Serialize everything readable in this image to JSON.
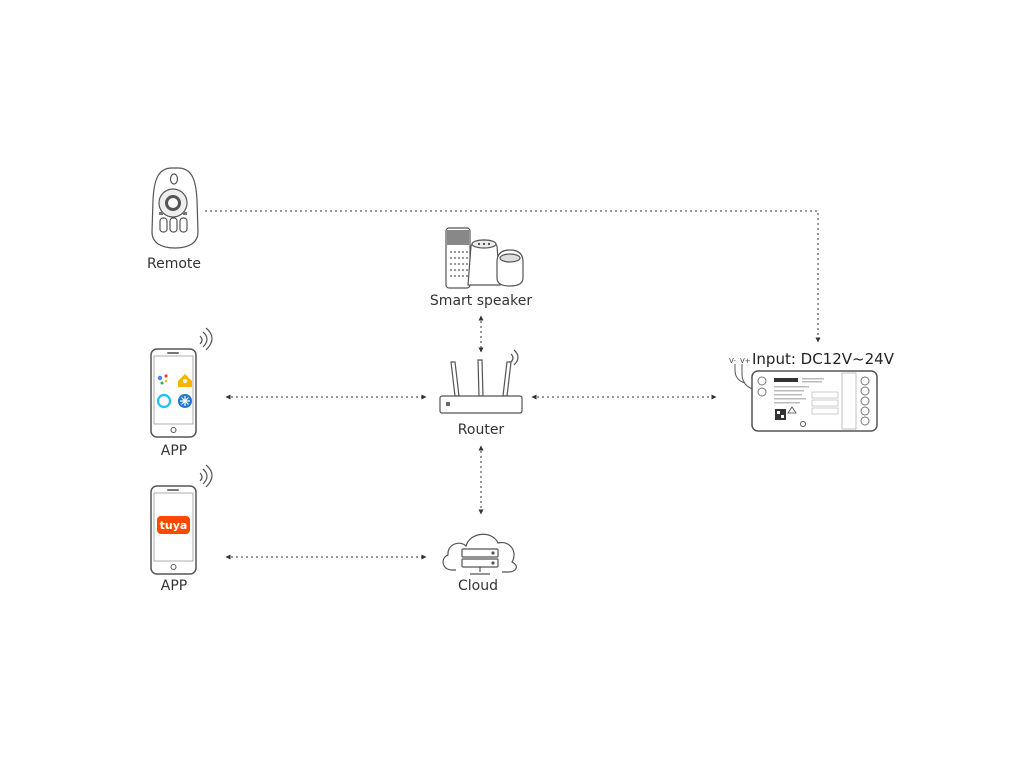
{
  "labels": {
    "remote": "Remote",
    "smart_speaker": "Smart speaker",
    "router": "Router",
    "app_assistants": "APP",
    "app_tuya": "APP",
    "cloud": "Cloud",
    "input": "Input: DC12V~24V",
    "v_minus": "V-",
    "v_plus": "V+",
    "tuya_logo": "tuya"
  },
  "colors": {
    "line": "#333333",
    "outline": "#666666",
    "tuya": "#ff4800"
  }
}
